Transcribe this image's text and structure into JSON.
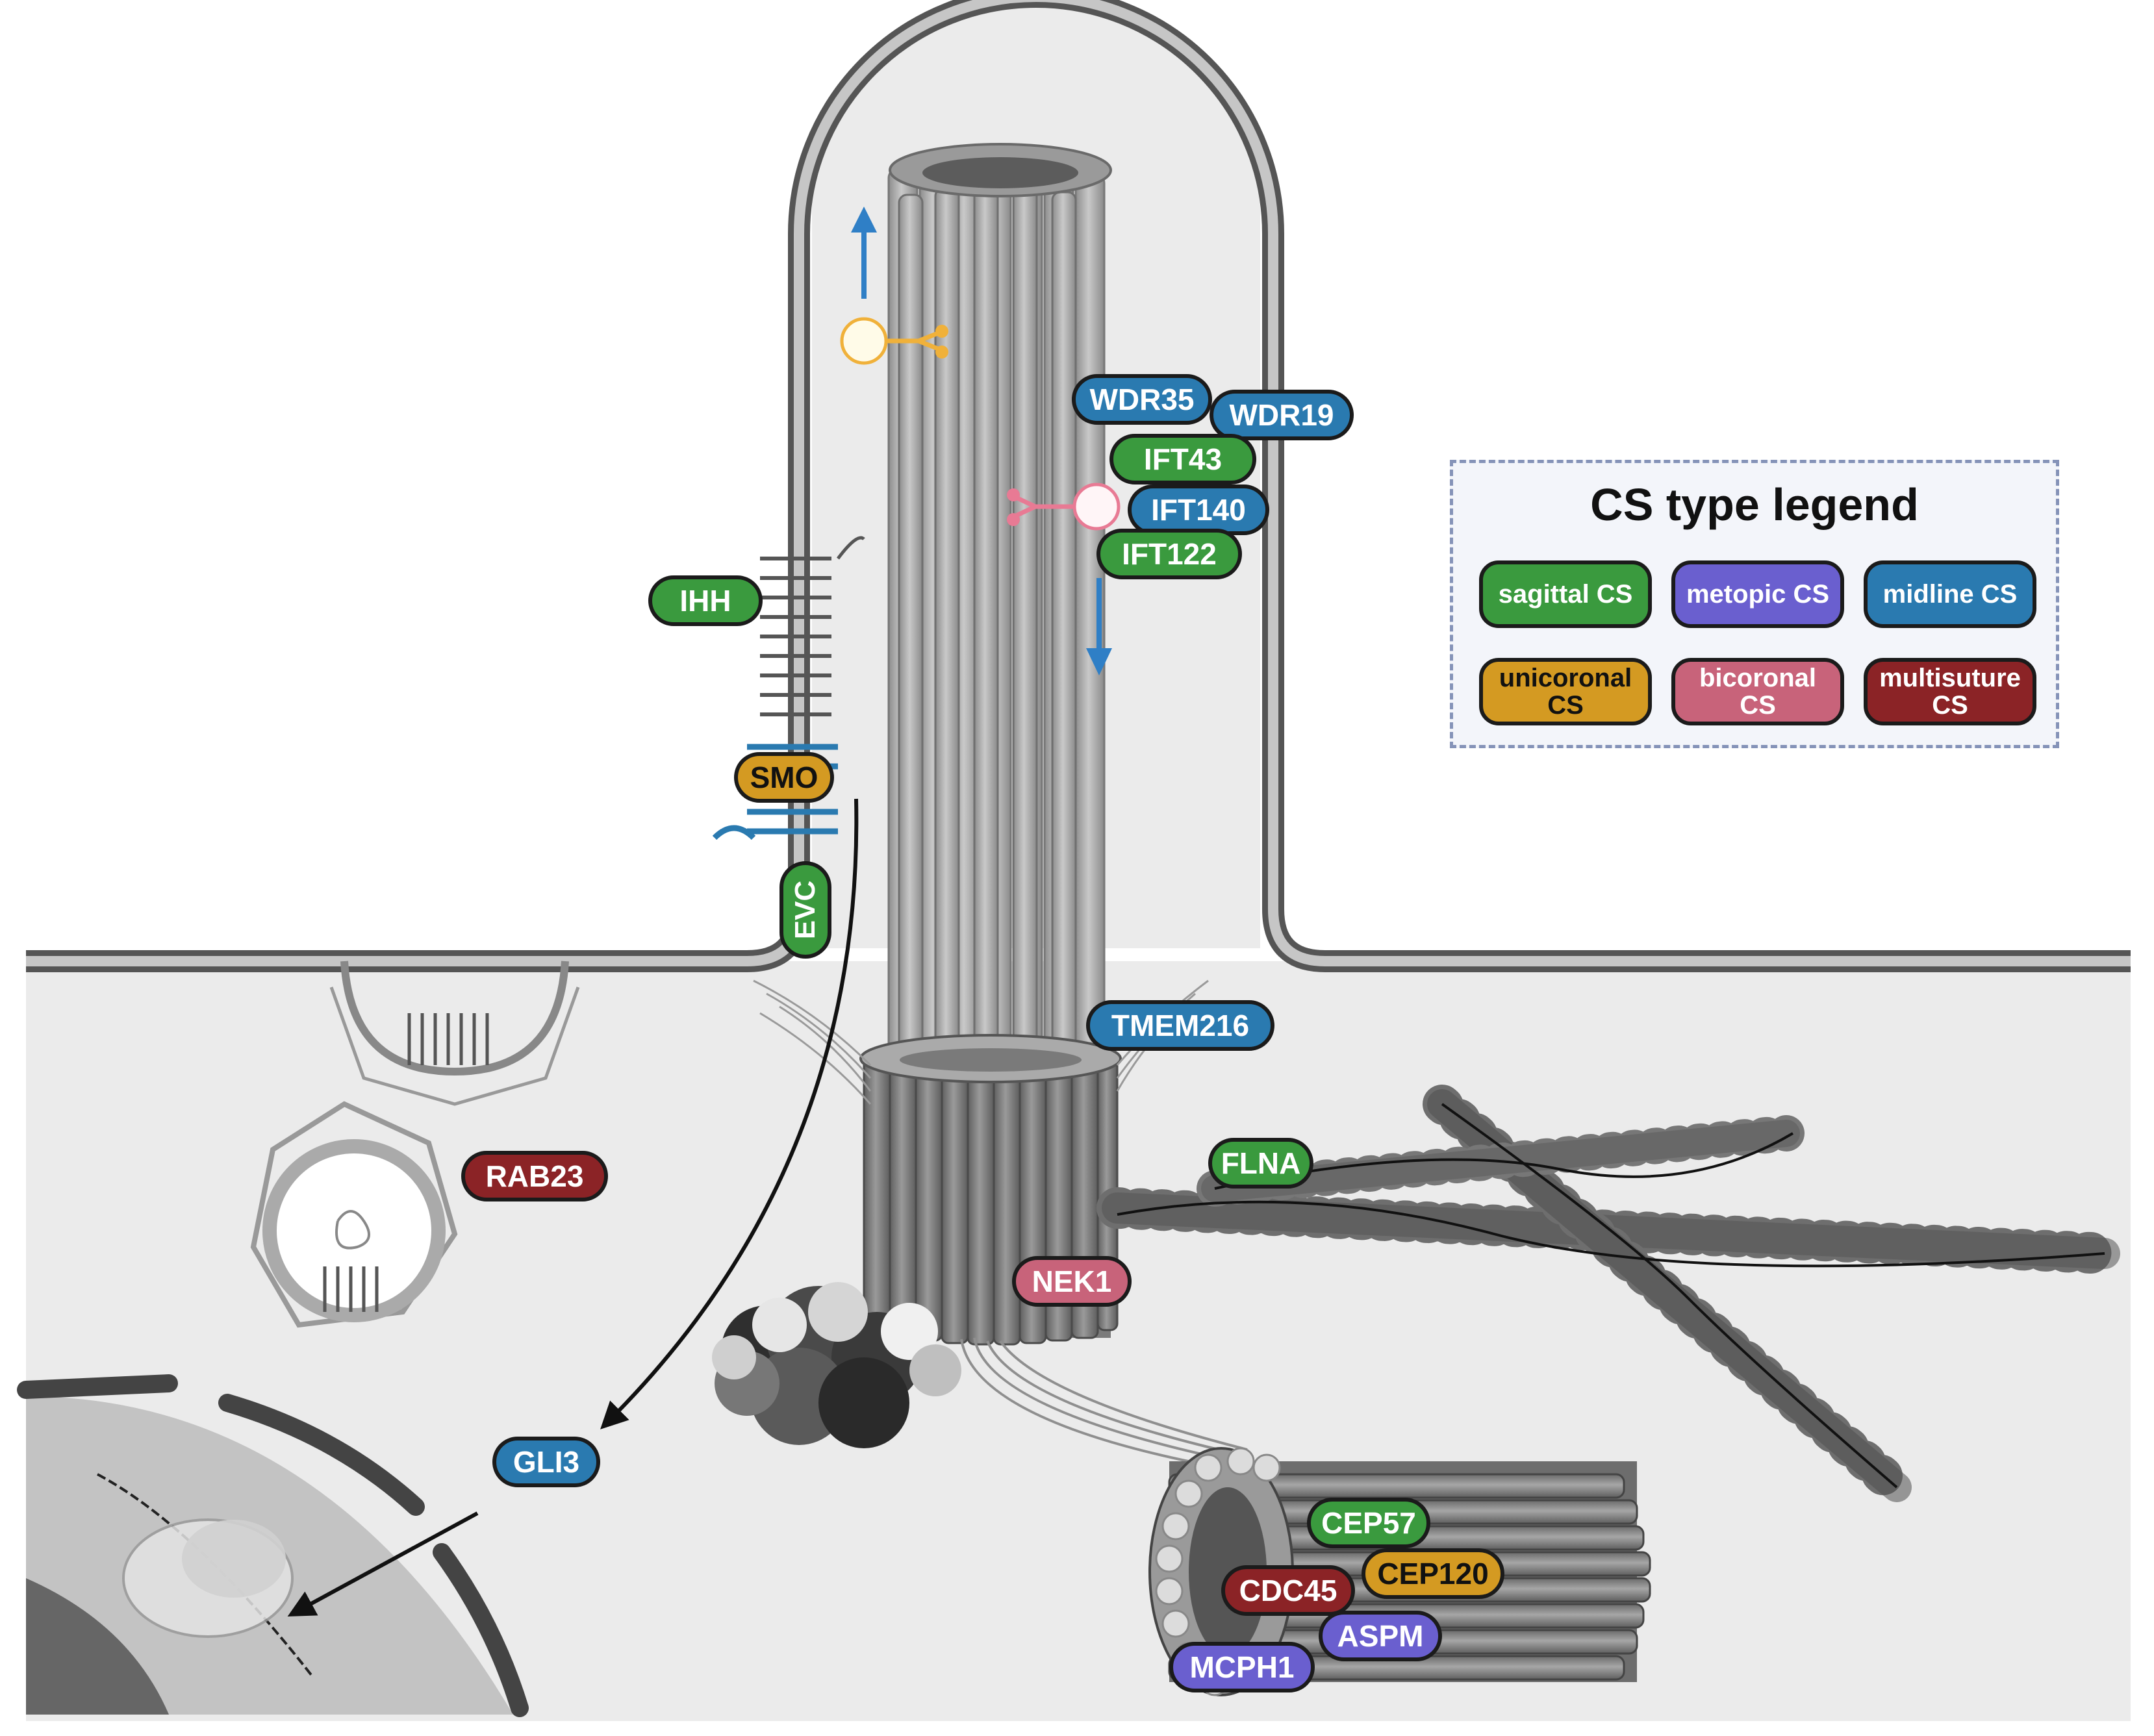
{
  "colors": {
    "sagittal": "#3a9a3e",
    "metopic": "#6a5fcf",
    "midline": "#2a7ab0",
    "unicoronal": "#d49a22",
    "bicoronal": "#c8637a",
    "multisuture": "#8b2326",
    "arrow_blue": "#2f7fc6",
    "ift_yellow": "#f0b13a",
    "ift_pink": "#e87a94"
  },
  "labels": {
    "wdr35": "WDR35",
    "wdr19": "WDR19",
    "ift43": "IFT43",
    "ift140": "IFT140",
    "ift122": "IFT122",
    "ihh": "IHH",
    "smo": "SMO",
    "evc": "EVC",
    "tmem216": "TMEM216",
    "flna": "FLNA",
    "rab23": "RAB23",
    "nek1": "NEK1",
    "gli3": "GLI3",
    "cep57": "CEP57",
    "cep120": "CEP120",
    "cdc45": "CDC45",
    "aspm": "ASPM",
    "mcph1": "MCPH1"
  },
  "legend": {
    "title": "CS type legend",
    "items": [
      {
        "key": "sagittal",
        "label": "sagittal CS"
      },
      {
        "key": "metopic",
        "label": "metopic CS"
      },
      {
        "key": "midline",
        "label": "midline CS"
      },
      {
        "key": "unicoronal",
        "label": "unicoronal CS"
      },
      {
        "key": "bicoronal",
        "label": "bicoronal CS"
      },
      {
        "key": "multisuture",
        "label": "multisuture CS"
      }
    ]
  }
}
